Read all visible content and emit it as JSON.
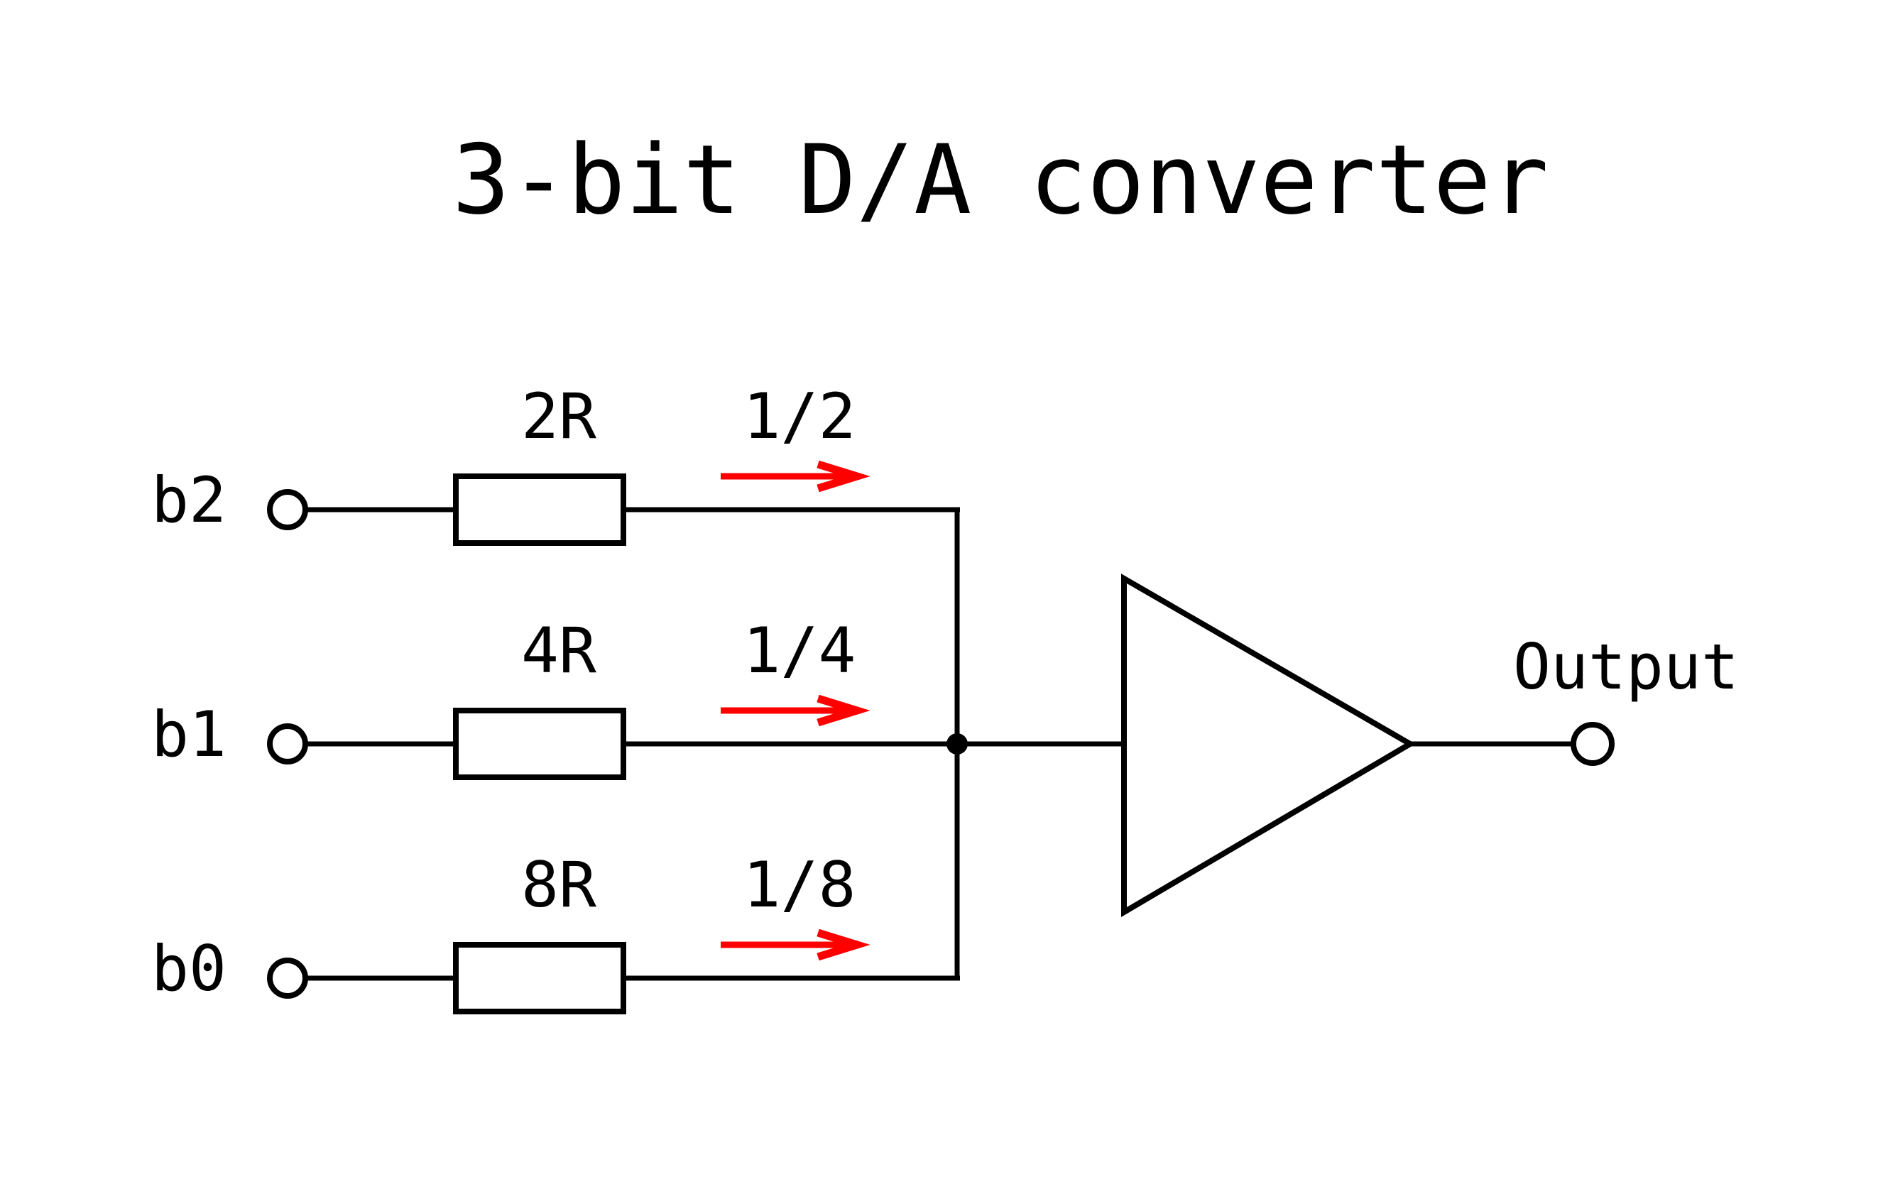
{
  "title": "3-bit D/A converter",
  "colors": {
    "line": "#000000",
    "arrow_red": "#ff0000",
    "background": "#ffffff"
  },
  "branches": [
    {
      "bit_label": "b2",
      "resistor_label": "2R",
      "current_label": "1/2"
    },
    {
      "bit_label": "b1",
      "resistor_label": "4R",
      "current_label": "1/4"
    },
    {
      "bit_label": "b0",
      "resistor_label": "8R",
      "current_label": "1/8"
    }
  ],
  "output_label": "Output"
}
